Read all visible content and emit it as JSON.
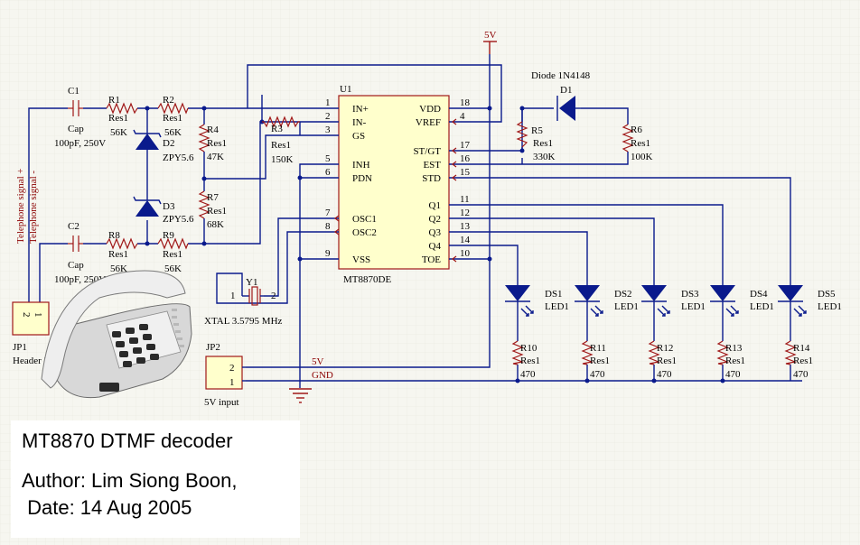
{
  "title_block": {
    "title": "MT8870 DTMF decoder",
    "author": "Author: Lim Siong Boon,",
    "date": " Date: 14 Aug 2005"
  },
  "signals": {
    "tel_plus": "Telephone signal +",
    "tel_minus": "Telephone signal -",
    "v5_top": "5V",
    "v5_wire": "5V",
    "gnd_wire": "GND"
  },
  "components": {
    "C1": {
      "ref": "C1",
      "type": "Cap",
      "value": "100pF, 250V"
    },
    "C2": {
      "ref": "C2",
      "type": "Cap",
      "value": "100pF, 250V"
    },
    "R1": {
      "ref": "R1",
      "type": "Res1",
      "value": "56K"
    },
    "R2": {
      "ref": "R2",
      "type": "Res1",
      "value": "56K"
    },
    "R3": {
      "ref": "R3",
      "type": "Res1",
      "value": "150K"
    },
    "R4": {
      "ref": "R4",
      "type": "Res1",
      "value": "47K"
    },
    "R5": {
      "ref": "R5",
      "type": "Res1",
      "value": "330K"
    },
    "R6": {
      "ref": "R6",
      "type": "Res1",
      "value": "100K"
    },
    "R7": {
      "ref": "R7",
      "type": "Res1",
      "value": "68K"
    },
    "R8": {
      "ref": "R8",
      "type": "Res1",
      "value": "56K"
    },
    "R9": {
      "ref": "R9",
      "type": "Res1",
      "value": "56K"
    },
    "D1": {
      "ref": "D1",
      "label": "Diode 1N4148"
    },
    "D2": {
      "ref": "D2",
      "value": "ZPY5.6"
    },
    "D3": {
      "ref": "D3",
      "value": "ZPY5.6"
    },
    "Y1": {
      "ref": "Y1",
      "value": "XTAL 3.5795 MHz",
      "pin1": "1",
      "pin2": "2"
    },
    "JP1": {
      "ref": "JP1",
      "value": "Header 2",
      "pin2": "2",
      "pin1": "1"
    },
    "JP2": {
      "ref": "JP2",
      "value": "5V input",
      "pin2": "2",
      "pin1": "1"
    },
    "U1": {
      "ref": "U1",
      "part": "MT8870DE"
    }
  },
  "ic_pins_left": [
    {
      "num": "1",
      "name": "IN+"
    },
    {
      "num": "2",
      "name": "IN-"
    },
    {
      "num": "3",
      "name": "GS"
    },
    {
      "num": "5",
      "name": "INH"
    },
    {
      "num": "6",
      "name": "PDN"
    },
    {
      "num": "7",
      "name": "OSC1"
    },
    {
      "num": "8",
      "name": "OSC2"
    },
    {
      "num": "9",
      "name": "VSS"
    }
  ],
  "ic_pins_right": [
    {
      "num": "18",
      "name": "VDD"
    },
    {
      "num": "4",
      "name": "VREF"
    },
    {
      "num": "17",
      "name": "ST/GT"
    },
    {
      "num": "16",
      "name": "EST"
    },
    {
      "num": "15",
      "name": "STD"
    },
    {
      "num": "11",
      "name": "Q1"
    },
    {
      "num": "12",
      "name": "Q2"
    },
    {
      "num": "13",
      "name": "Q3"
    },
    {
      "num": "14",
      "name": "Q4"
    },
    {
      "num": "10",
      "name": "TOE"
    }
  ],
  "leds": [
    {
      "ref": "DS1",
      "type": "LED1",
      "res_ref": "R10",
      "res_type": "Res1",
      "res_value": "470"
    },
    {
      "ref": "DS2",
      "type": "LED1",
      "res_ref": "R11",
      "res_type": "Res1",
      "res_value": "470"
    },
    {
      "ref": "DS3",
      "type": "LED1",
      "res_ref": "R12",
      "res_type": "Res1",
      "res_value": "470"
    },
    {
      "ref": "DS4",
      "type": "LED1",
      "res_ref": "R13",
      "res_type": "Res1",
      "res_value": "470"
    },
    {
      "ref": "DS5",
      "type": "LED1",
      "res_ref": "R14",
      "res_type": "Res1",
      "res_value": "470"
    }
  ],
  "colors": {
    "wire": "#0a1a8c",
    "part": "#a01818",
    "ic_fill": "#ffffcc",
    "background": "#f6f6f0"
  }
}
